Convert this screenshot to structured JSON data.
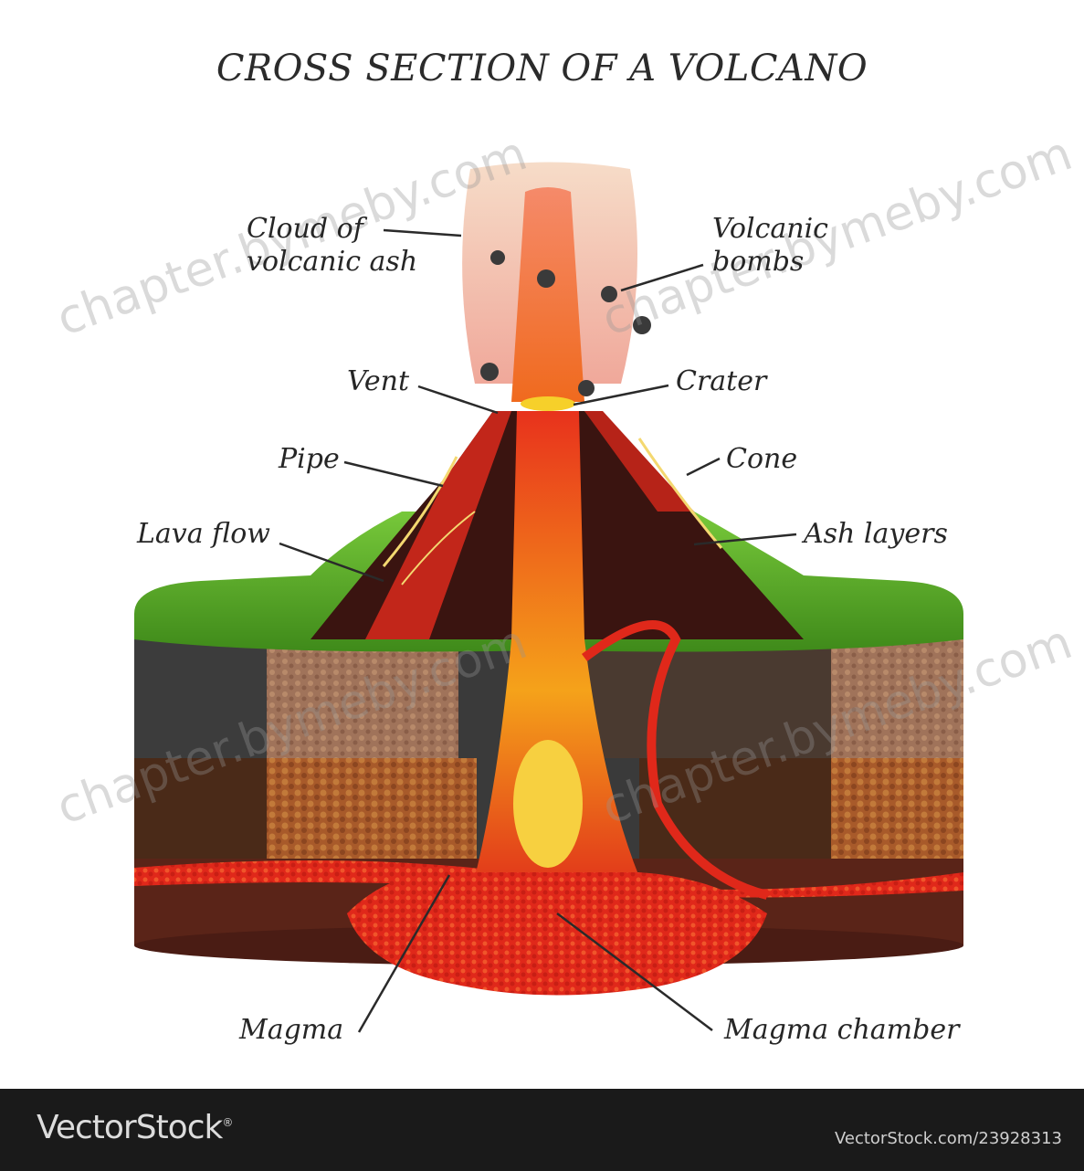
{
  "title": "CROSS SECTION OF A VOLCANO",
  "labels": {
    "cloud_line1": "Cloud of",
    "cloud_line2": "volcanic ash",
    "bombs_line1": "Volcanic",
    "bombs_line2": "bombs",
    "vent": "Vent",
    "crater": "Crater",
    "pipe": "Pipe",
    "cone": "Cone",
    "lava_flow": "Lava flow",
    "ash_layers": "Ash layers",
    "magma": "Magma",
    "magma_chamber": "Magma chamber"
  },
  "watermark": "chapter.bymeby.com",
  "footer": {
    "brand": "VectorStock",
    "registered": "®",
    "url": "VectorStock.com/23928313"
  },
  "colors": {
    "grass": "#5aae2a",
    "cone_dark": "#4a1410",
    "lava": "#e8321c",
    "magma_core": "#f5a21a",
    "ash_cloud": "#f3c7b5",
    "footer_bg": "#1a1a1a"
  }
}
